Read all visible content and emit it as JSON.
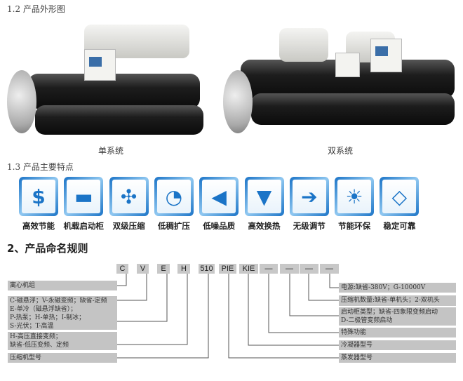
{
  "section_1_2": {
    "title": "1.2 产品外形图",
    "single_caption": "单系统",
    "dual_caption": "双系统"
  },
  "section_1_3": {
    "title": "1.3 产品主要特点",
    "features": [
      {
        "label": "高效节能",
        "icon": "dollar-icon"
      },
      {
        "label": "机载启动柜",
        "icon": "onboard-cabinet-icon"
      },
      {
        "label": "双级压缩",
        "icon": "two-stage-impeller-icon"
      },
      {
        "label": "低稠扩压",
        "icon": "gauge-icon"
      },
      {
        "label": "低噪品质",
        "icon": "speaker-volume-down-icon"
      },
      {
        "label": "高效换热",
        "icon": "heat-exchange-icon"
      },
      {
        "label": "无级调节",
        "icon": "valve-arrow-icon"
      },
      {
        "label": "节能环保",
        "icon": "sun-globe-icon"
      },
      {
        "label": "稳定可靠",
        "icon": "diamond-icon"
      }
    ],
    "accent": "#1b74c7"
  },
  "section_2": {
    "title": "2、产品命名规则",
    "codes": [
      "C",
      "V",
      "E",
      "H",
      "510",
      "PIE",
      "KIE",
      "—",
      "—",
      "—",
      "—"
    ],
    "left_labels": [
      [
        "离心机组"
      ],
      [
        "C-磁悬浮；V-永磁变频；缺省-定频"
      ],
      [
        "E-单冷（磁悬浮缺省）；",
        "P-热泵；H-单热；I-制冰；",
        "S-光伏；T-高温"
      ],
      [
        "H-高压直接变频；",
        "缺省-低压变频、定频"
      ],
      [
        "压缩机型号"
      ]
    ],
    "right_labels": [
      [
        "电源:缺省-380V；G-10000V"
      ],
      [
        "压缩机数量:缺省-单机头；2-双机头"
      ],
      [
        "启动柜类型；缺省-四象限变频启动",
        "D-二极管变频启动"
      ],
      [
        "特殊功能"
      ],
      [
        "冷凝器型号"
      ],
      [
        "蒸发器型号"
      ]
    ]
  }
}
